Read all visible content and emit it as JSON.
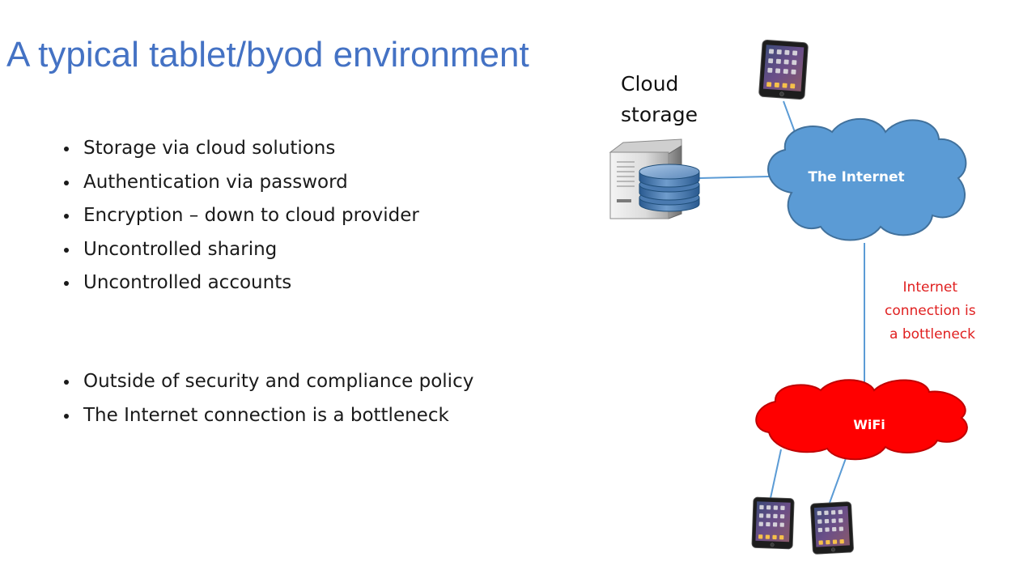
{
  "title": "A typical tablet/byod environment",
  "bullet_groups": [
    [
      "Storage via cloud solutions",
      "Authentication via password",
      "Encryption – down to cloud provider",
      "Uncontrolled sharing",
      "Uncontrolled accounts"
    ],
    [
      "Outside of security and compliance policy",
      "The Internet connection is a bottleneck"
    ]
  ],
  "diagram": {
    "cloud_storage_label": [
      "Cloud",
      "storage"
    ],
    "internet_label": "The Internet",
    "wifi_label": "WiFi",
    "bottleneck_note": [
      "Internet",
      "connection is",
      "a bottleneck"
    ],
    "icons": {
      "server": "database-server-icon",
      "internet": "cloud-icon",
      "wifi": "cloud-icon",
      "devices": "tablet-icon"
    }
  },
  "colors": {
    "title": "#4472c4",
    "internet_cloud": "#5b9bd5",
    "wifi_cloud": "#ff0000",
    "bottleneck_note": "#e02020",
    "connector": "#5b9bd5"
  }
}
